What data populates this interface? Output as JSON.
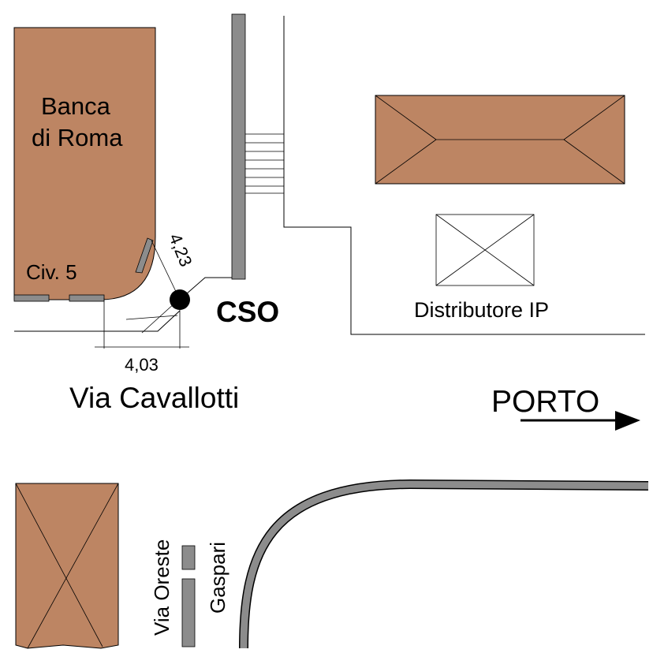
{
  "colors": {
    "building_fill": "#bd8563",
    "road_gray": "#8c8c8c",
    "line": "#000000",
    "background": "#ffffff"
  },
  "labels": {
    "bank_name_line1": "Banca",
    "bank_name_line2": "di Roma",
    "civic_number": "Civ. 5",
    "measure_diagonal": "4,23",
    "measure_horizontal": "4,03",
    "point_label": "CSO",
    "street_main": "Via Cavallotti",
    "fuel_station": "Distributore IP",
    "direction_label": "PORTO",
    "side_street_line1": "Via Oreste",
    "side_street_line2": "Gaspari"
  },
  "icons": {
    "direction_arrow": "arrow-right-icon",
    "point_marker": "filled-circle-icon",
    "stairs": "stairs-icon"
  }
}
